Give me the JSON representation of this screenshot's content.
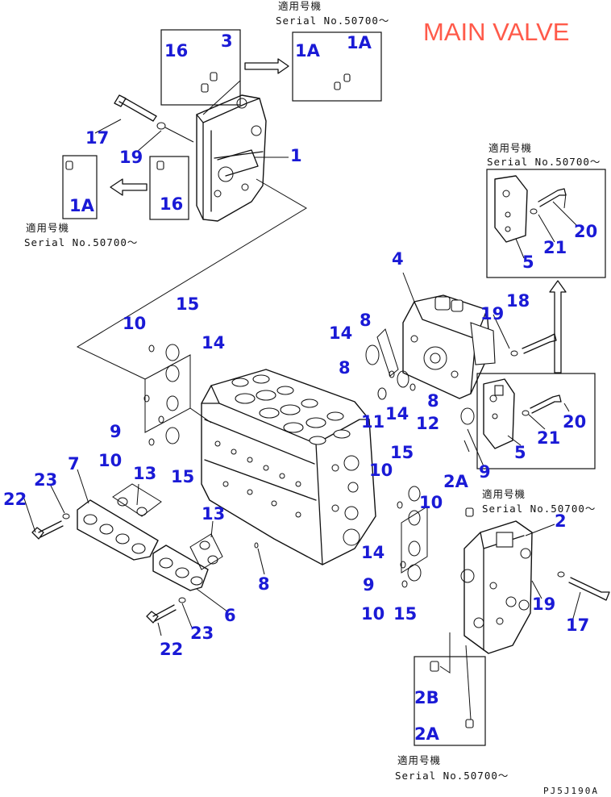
{
  "title": "MAIN VALVE",
  "drawing_code": "PJ5J190A",
  "applicability_header": "適用号機",
  "serial_note": "Serial No.50700～",
  "callouts": [
    "1",
    "1A",
    "1A",
    "1A",
    "2",
    "2A",
    "2A",
    "2B",
    "3",
    "4",
    "5",
    "5",
    "6",
    "7",
    "8",
    "8",
    "8",
    "8",
    "9",
    "9",
    "9",
    "10",
    "10",
    "10",
    "10",
    "11",
    "12",
    "13",
    "13",
    "14",
    "14",
    "14",
    "14",
    "15",
    "15",
    "15",
    "15",
    "16",
    "16",
    "17",
    "17",
    "18",
    "19",
    "19",
    "19",
    "20",
    "20",
    "21",
    "21",
    "22",
    "22",
    "23",
    "23"
  ],
  "labels": {
    "l1": "1",
    "l1a_a": "1A",
    "l1a_b": "1A",
    "l1a_c": "1A",
    "l2": "2",
    "l2a_a": "2A",
    "l2a_b": "2A",
    "l2b": "2B",
    "l3": "3",
    "l4": "4",
    "l5_a": "5",
    "l5_b": "5",
    "l6": "6",
    "l7": "7",
    "l8_a": "8",
    "l8_b": "8",
    "l8_c": "8",
    "l8_d": "8",
    "l9_a": "9",
    "l9_b": "9",
    "l9_c": "9",
    "l10_a": "10",
    "l10_b": "10",
    "l10_c": "10",
    "l10_d": "10",
    "l10_e": "10",
    "l11": "11",
    "l12": "12",
    "l13_a": "13",
    "l13_b": "13",
    "l14_a": "14",
    "l14_b": "14",
    "l14_c": "14",
    "l14_d": "14",
    "l15_a": "15",
    "l15_b": "15",
    "l15_c": "15",
    "l15_d": "15",
    "l16_a": "16",
    "l16_b": "16",
    "l17_a": "17",
    "l17_b": "17",
    "l18": "18",
    "l19_a": "19",
    "l19_b": "19",
    "l19_c": "19",
    "l20_a": "20",
    "l20_b": "20",
    "l21_a": "21",
    "l21_b": "21",
    "l22_a": "22",
    "l22_b": "22",
    "l23_a": "23",
    "l23_b": "23"
  },
  "colors": {
    "title": "#ff5a4a",
    "callout": "#1a1ad6",
    "ink": "#111111"
  }
}
